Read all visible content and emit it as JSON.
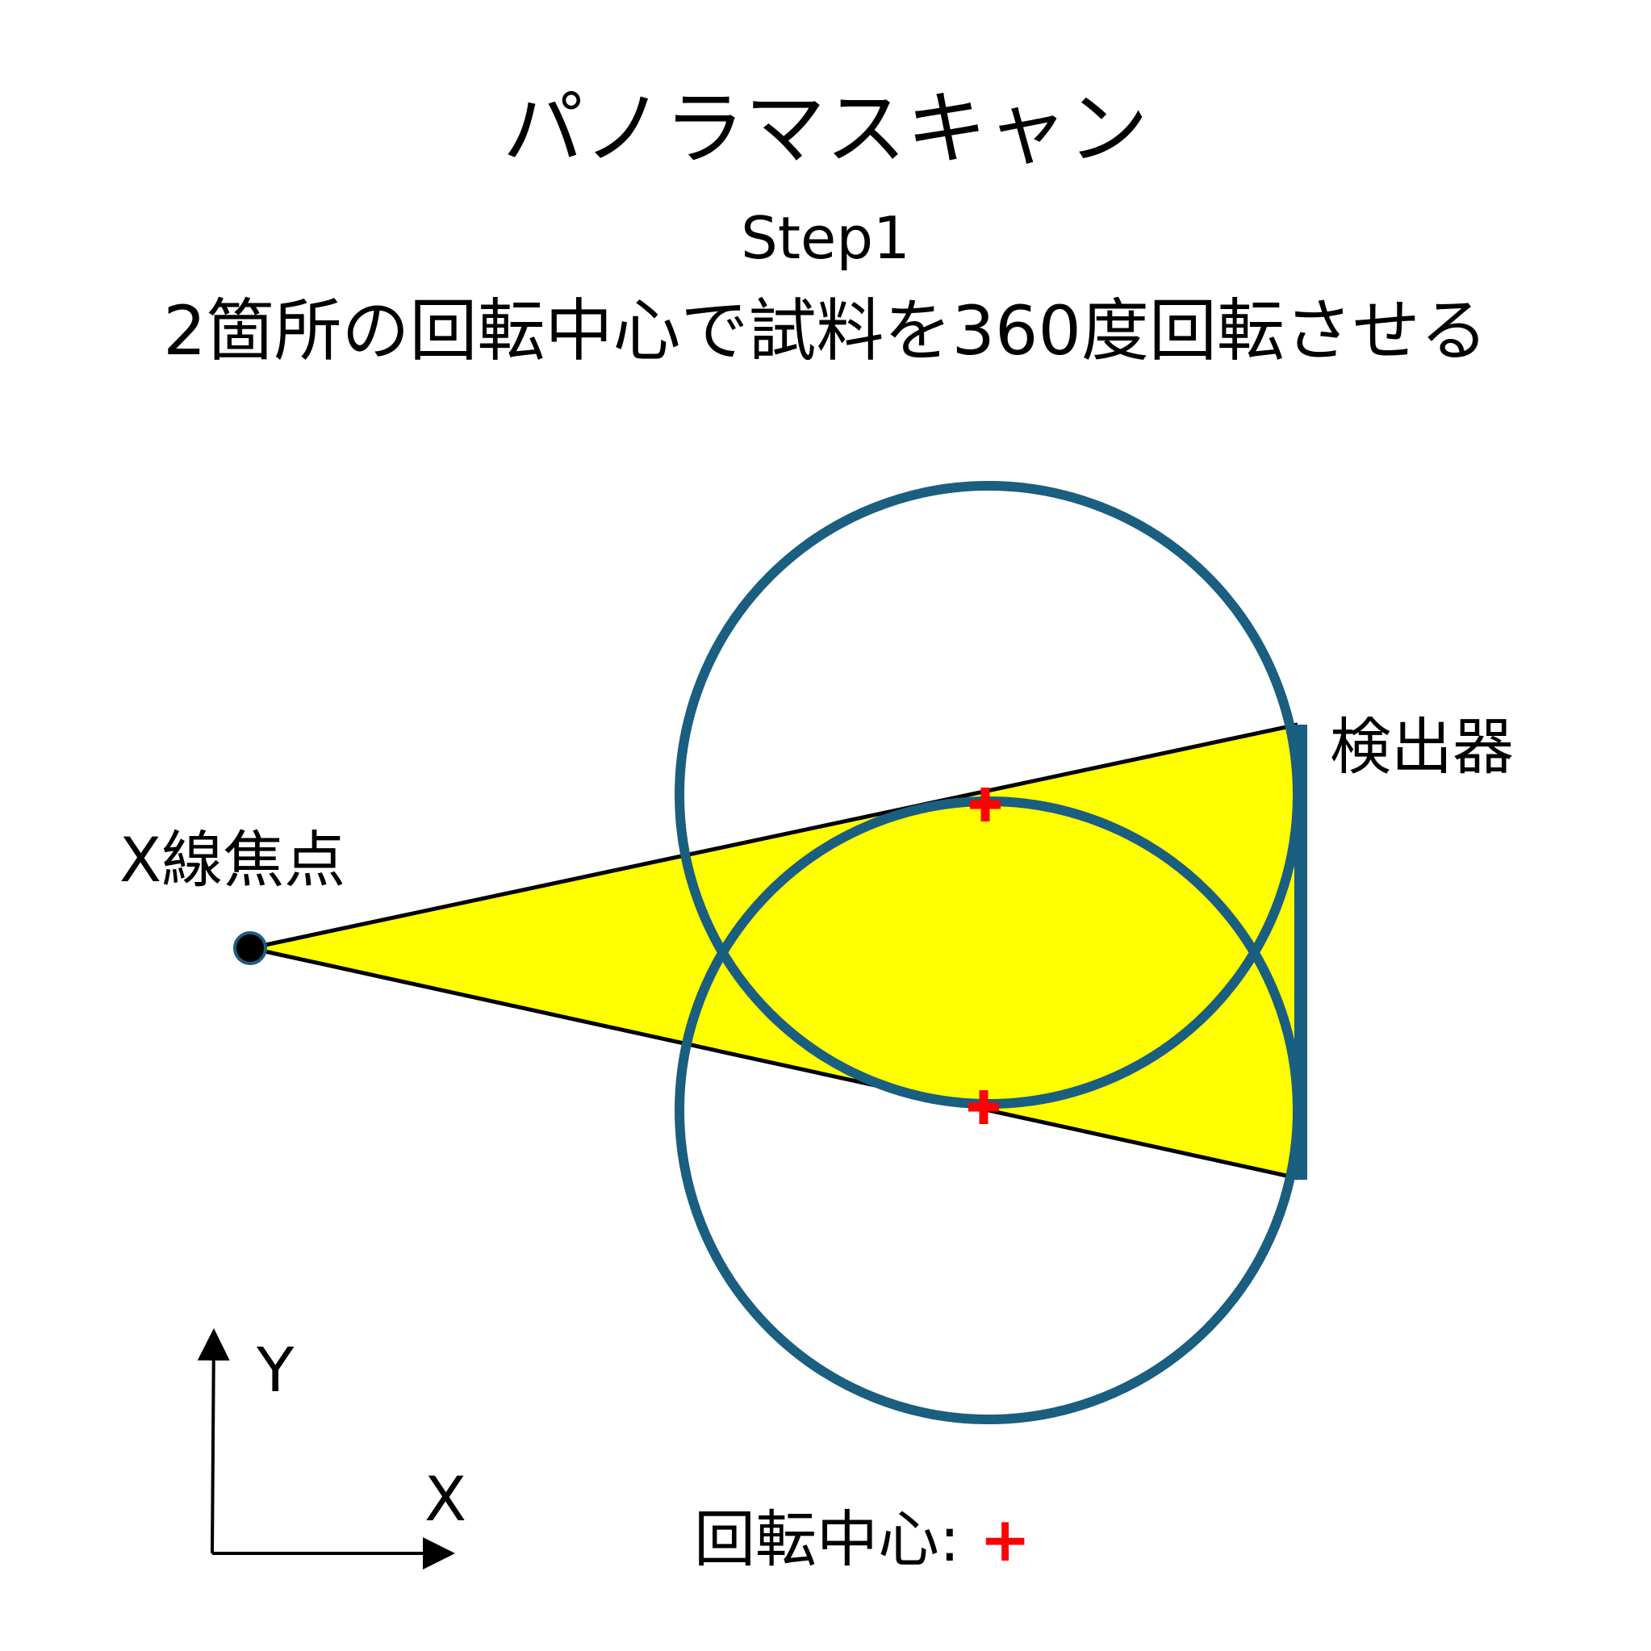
{
  "title": "パノラマスキャン",
  "step": "Step1",
  "description": "2箇所の回転中心で試料を360度回転させる",
  "labels": {
    "focus": "X線焦点",
    "detector": "検出器",
    "axis_x": "X",
    "axis_y": "Y"
  },
  "legend": {
    "text": "回転中心:",
    "marker": "+"
  },
  "colors": {
    "beam": "#ffff00",
    "circle": "#1a5e80",
    "detector": "#1a5e80",
    "rotation_center": "#ff0000",
    "line": "#000000"
  }
}
